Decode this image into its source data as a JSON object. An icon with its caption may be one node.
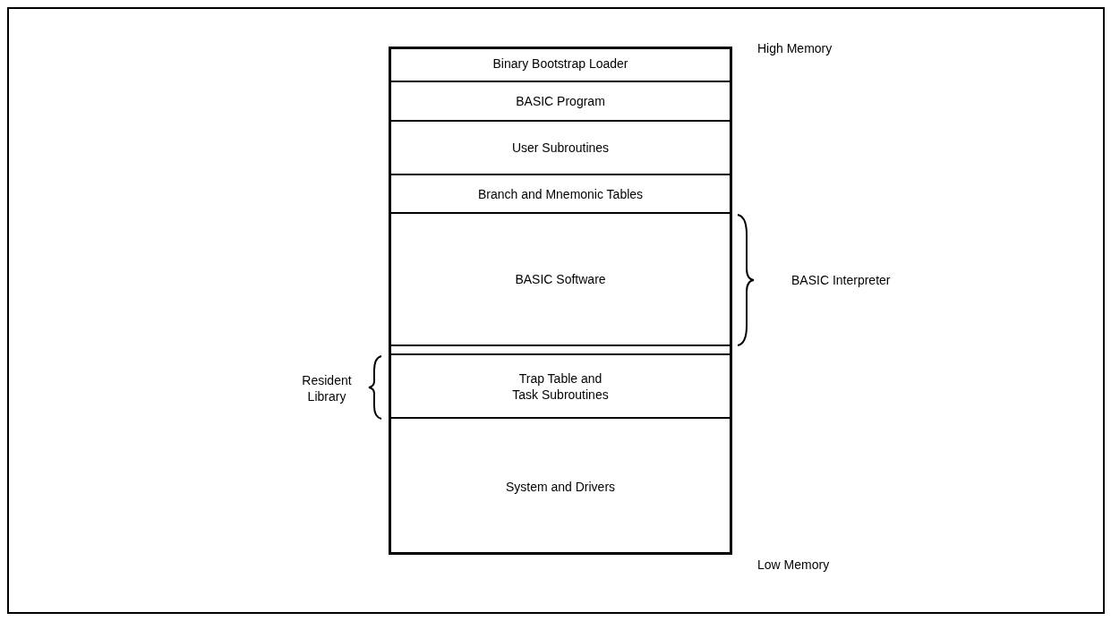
{
  "diagram": {
    "nodes": [
      {
        "text": [
          "Binary Bootstrap Loader"
        ]
      },
      {
        "text": [
          "BASIC Program"
        ]
      },
      {
        "text": [
          "User Subroutines"
        ]
      },
      {
        "text": [
          "Branch and Mnemonic Tables"
        ]
      },
      {
        "text": [
          "BASIC Software"
        ]
      },
      {
        "text": [],
        "shape": "bar"
      },
      {
        "text": [
          "Trap Table and Task Subroutines"
        ]
      },
      {
        "text": [
          "System and Drivers"
        ]
      }
    ],
    "labels": [
      "High Memory",
      "BASIC Interpreter",
      "Resident Library",
      "Low Memory"
    ]
  }
}
